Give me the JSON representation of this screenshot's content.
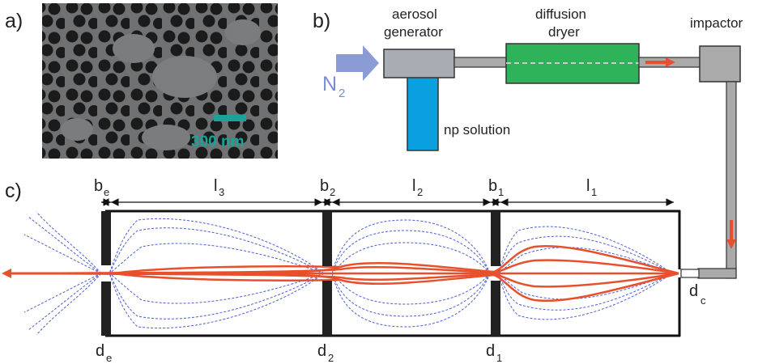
{
  "panels": {
    "a": "a)",
    "b": "b)",
    "c": "c)"
  },
  "micrograph": {
    "scale_label": "300 nm",
    "scale_color": "#1aa39a"
  },
  "setup": {
    "gas": "N",
    "gas_sub": "2",
    "generator_line1": "aerosol",
    "generator_line2": "generator",
    "solution": "np solution",
    "dryer_line1": "diffusion",
    "dryer_line2": "dryer",
    "impactor": "impactor"
  },
  "lens": {
    "top_labels": {
      "be": "b",
      "be_sub": "e",
      "l3": "l",
      "l3_sub": "3",
      "b2": "b",
      "b2_sub": "2",
      "l2": "l",
      "l2_sub": "2",
      "b1": "b",
      "b1_sub": "1",
      "l1": "l",
      "l1_sub": "1"
    },
    "bottom_labels": {
      "de": "d",
      "de_sub": "e",
      "d2": "d",
      "d2_sub": "2",
      "d1": "d",
      "d1_sub": "1",
      "dc": "d",
      "dc_sub": "c"
    }
  },
  "colors": {
    "gas_arrow": "#8a9bd6",
    "gas_text": "#7b8fd0",
    "generator": "#a8adb3",
    "solution": "#0aa0e0",
    "dryer": "#2fb35a",
    "tube": "#a9aaa9",
    "particle": "#e8502d",
    "streamline": "#4a5fd0"
  }
}
